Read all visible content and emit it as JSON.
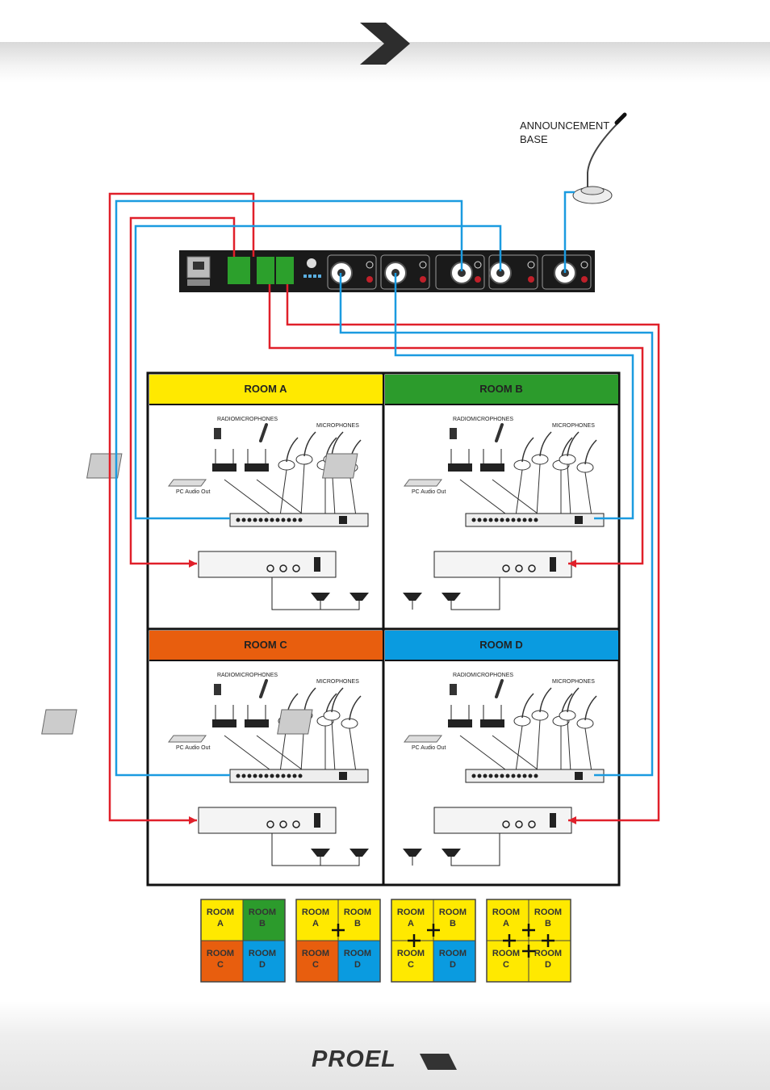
{
  "announcement": {
    "line1": "ANNOUNCEMENT",
    "line2": "BASE"
  },
  "rooms": [
    {
      "name": "ROOM A",
      "color": "#ffe900"
    },
    {
      "name": "ROOM B",
      "color": "#2c9b2c"
    },
    {
      "name": "ROOM C",
      "color": "#e85e0e"
    },
    {
      "name": "ROOM D",
      "color": "#0a9be0"
    }
  ],
  "room_labels": {
    "radiomics": "RADIOMICROPHONES",
    "mics": "MICROPHONES",
    "pc": "PC Audio Out"
  },
  "wire_colors": {
    "input": "#1b9be0",
    "output": "#e0202a"
  },
  "legend": [
    {
      "cells": [
        [
          "ROOM",
          "A"
        ],
        [
          "ROOM",
          "B"
        ],
        [
          "ROOM",
          "C"
        ],
        [
          "ROOM",
          "D"
        ]
      ],
      "colors": [
        "#ffe900",
        "#2c9b2c",
        "#e85e0e",
        "#0a9be0"
      ],
      "combined": "none"
    },
    {
      "cells": [
        [
          "ROOM",
          "A"
        ],
        [
          "ROOM",
          "B"
        ],
        [
          "ROOM",
          "C"
        ],
        [
          "ROOM",
          "D"
        ]
      ],
      "colors": [
        "#ffe900",
        "#ffe900",
        "#e85e0e",
        "#0a9be0"
      ],
      "combined": "A+B"
    },
    {
      "cells": [
        [
          "ROOM",
          "A"
        ],
        [
          "ROOM",
          "B"
        ],
        [
          "ROOM",
          "C"
        ],
        [
          "ROOM",
          "D"
        ]
      ],
      "colors": [
        "#ffe900",
        "#ffe900",
        "#ffe900",
        "#0a9be0"
      ],
      "combined": "A+B+C"
    },
    {
      "cells": [
        [
          "ROOM",
          "A"
        ],
        [
          "ROOM",
          "B"
        ],
        [
          "ROOM",
          "C"
        ],
        [
          "ROOM",
          "D"
        ]
      ],
      "colors": [
        "#ffe900",
        "#ffe900",
        "#ffe900",
        "#ffe900"
      ],
      "combined": "A+B+C+D"
    }
  ],
  "brand": "PROEL"
}
